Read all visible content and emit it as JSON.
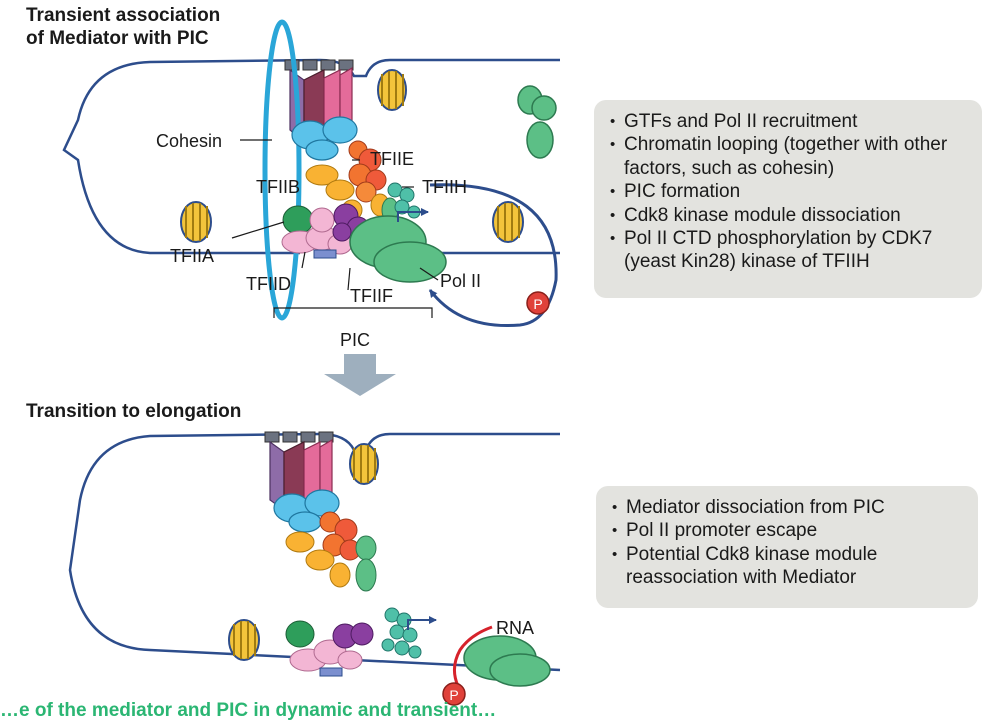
{
  "panels": {
    "top_title": [
      "Transient association",
      "of Mediator with PIC"
    ],
    "bottom_title": "Transition to elongation"
  },
  "labels": {
    "cohesin": "Cohesin",
    "tfiib": "TFIIB",
    "tfiie": "TFIIE",
    "tfiih": "TFIIH",
    "tfiia": "TFIIA",
    "tfiid": "TFIID",
    "tfiif": "TFIIF",
    "pol2": "Pol II",
    "pic": "PIC",
    "phospho": "P",
    "rna": "RNA"
  },
  "box_top": [
    "GTFs and Pol II recruitment",
    "Chromatin looping (together with other factors, such as cohesin)",
    "PIC formation",
    "Cdk8 kinase module dissociation",
    "Pol II CTD phosphorylation by CDK7 (yeast Kin28) kinase of TFIIH"
  ],
  "box_bottom": [
    "Mediator dissociation from PIC",
    "Pol II promoter escape",
    "Potential Cdk8 kinase module reassociation with Mediator"
  ],
  "caption": "…e of the mediator and PIC in dynamic and transient…",
  "colors": {
    "dna": "#2d4d8c",
    "cohesin": "#2aa6d8",
    "pol2": "#5cbf86",
    "nucleosome": "#f3c43b",
    "box": "#e3e3df",
    "arrow": "#9eafbe",
    "phospho": "#e0413a",
    "rna": "#d6222b"
  }
}
